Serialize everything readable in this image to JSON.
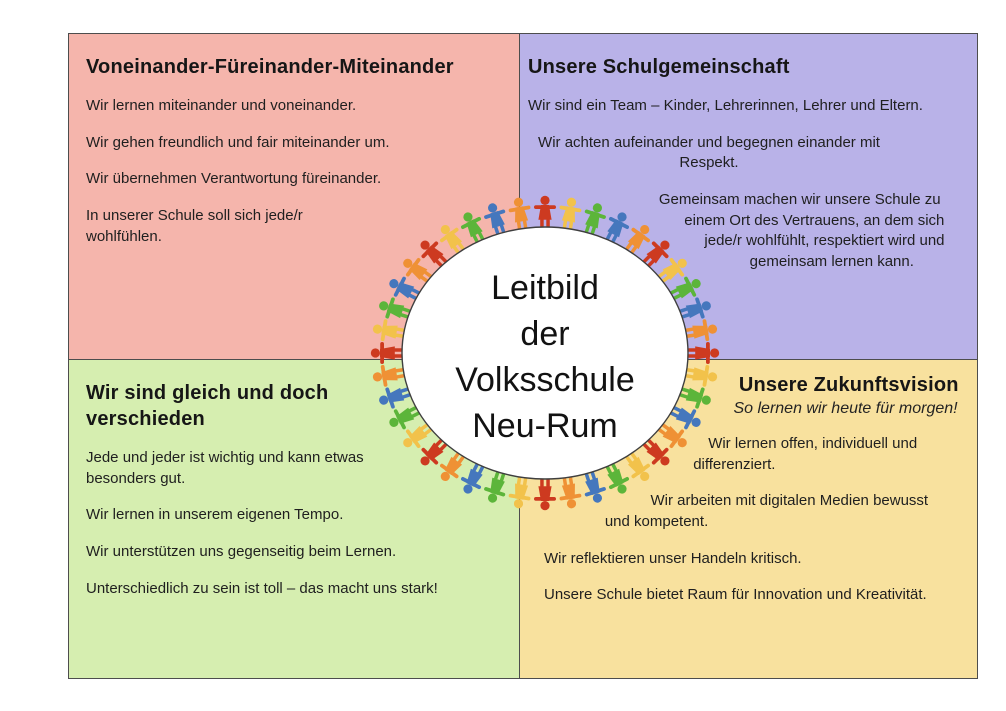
{
  "center_circle": {
    "lines": [
      "Leitbild",
      "der",
      "Volksschule",
      "Neu-Rum"
    ]
  },
  "panels": {
    "top_left": {
      "title": "Voneinander-Füreinander-Miteinander",
      "items": [
        "Wir lernen miteinander und voneinander.",
        "Wir gehen freundlich und fair miteinander um.",
        "Wir übernehmen Verantwortung füreinander.",
        "In unserer Schule soll sich jede/r wohlfühlen."
      ]
    },
    "top_right": {
      "title": "Unsere Schulgemeinschaft",
      "items": [
        "Wir sind ein Team – Kinder, Lehrerinnen, Lehrer und Eltern.",
        "Wir achten aufeinander und begegnen einander mit Respekt.",
        "Gemeinsam machen wir unsere Schule zu einem Ort des Vertrauens, an dem sich jede/r wohlfühlt, respektiert wird und gemeinsam lernen kann."
      ]
    },
    "bottom_left": {
      "title": "Wir sind gleich und doch verschieden",
      "items": [
        "Jede und jeder ist wichtig und kann etwas besonders gut.",
        "Wir lernen in unserem eigenen Tempo.",
        "Wir unterstützen uns gegenseitig beim Lernen.",
        "Unterschiedlich zu sein ist toll – das macht uns stark!"
      ]
    },
    "bottom_right": {
      "title": "Unsere Zukunftsvision",
      "subtitle": "So lernen wir heute für morgen!",
      "items": [
        "Wir lernen offen, individuell und differenziert.",
        "Wir arbeiten mit digitalen Medien bewusst und kompetent.",
        "Wir reflektieren unser Handeln kritisch.",
        "Unsere Schule bietet Raum für Innovation und Kreativität."
      ]
    }
  },
  "colors": {
    "panel_top_left": "#f5b5ac",
    "panel_top_right": "#b9b2e8",
    "panel_bottom_left": "#d6eeb0",
    "panel_bottom_right": "#f8e19e",
    "panel_border": "#4d4d4d",
    "text": "#1f1f1f",
    "circle_fill": "#ffffff",
    "circle_stroke": "#3f3f3f"
  },
  "ring": {
    "count": 40,
    "palette": [
      "#cd3a20",
      "#f2c24b",
      "#5cb53a",
      "#4577bd",
      "#ef9135"
    ]
  }
}
